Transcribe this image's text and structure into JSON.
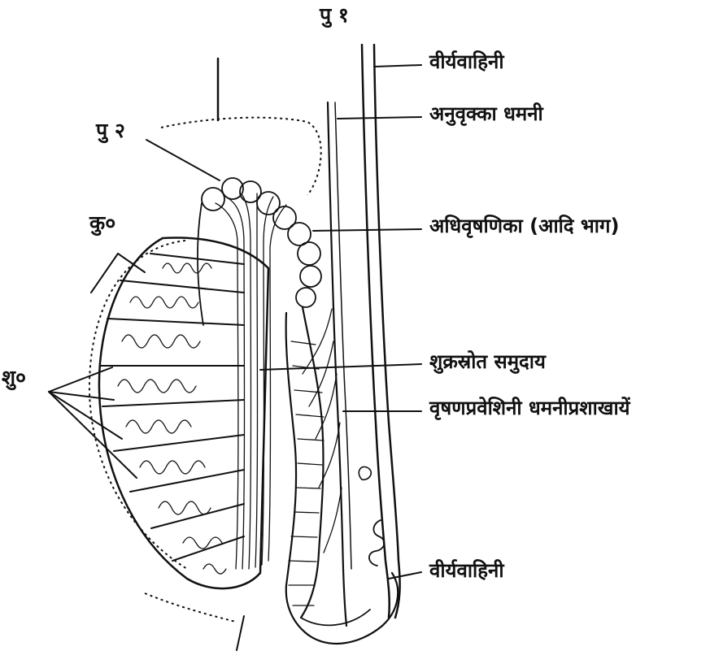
{
  "figure_labels": {
    "pu1": "पु १",
    "pu2": "पु २",
    "ku": "कु०",
    "shu": "शु०"
  },
  "labels": {
    "vas_deferens_top": "वीर्यवाहिनी",
    "testicular_artery": "अनुवृक्का धमनी",
    "epididymis_head": "अधिवृषणिका (आदि भाग)",
    "efferent_ducts": "शुक्रस्रोत समुदाय",
    "artery_branches": "वृषणप्रवेशिनी धमनीप्रशाखायें",
    "vas_deferens_bottom": "वीर्यवाहिनी"
  },
  "colors": {
    "ink": "#111111",
    "background": "#ffffff"
  }
}
